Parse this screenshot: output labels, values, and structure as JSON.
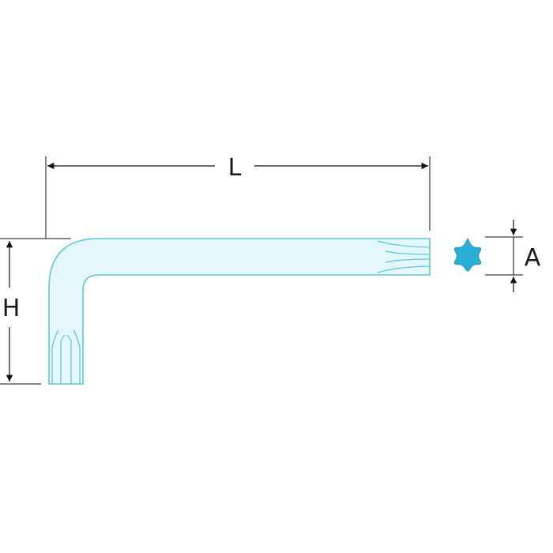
{
  "dimensions": {
    "length_label": "L",
    "height_label": "H",
    "tip_size_label": "A"
  },
  "colors": {
    "tool_fill": "#e4f7fb",
    "tool_outline": "#5bc6dc",
    "tip_profile": "#2ab0d6",
    "dimension_line": "#111111"
  },
  "icons": {
    "tip_profile": "torx-star-icon"
  }
}
